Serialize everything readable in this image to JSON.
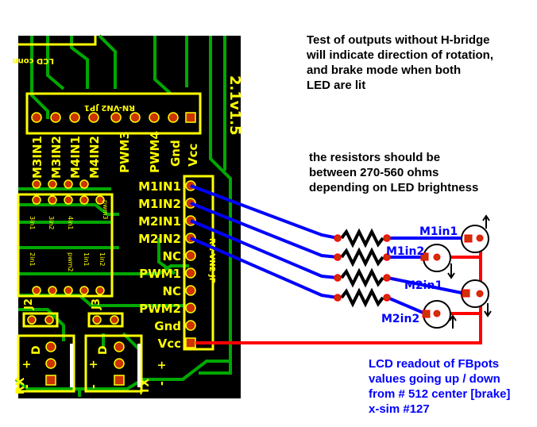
{
  "notes": {
    "title": "Test of outputs without H-bridge\nwill indicate direction of rotation,\nand brake mode when both\nLED are lit",
    "resistors": "the resistors should be\nbetween 270-560 ohms\ndepending on LED brightness",
    "lcd": "LCD readout of FBpots\nvalues going up / down\nfrom # 512 center [brake]\nx-sim #127"
  },
  "board": {
    "version_label": "2.1v1.5",
    "lcd_label": "LCD conn",
    "top_header": "RN-VN2 JP1",
    "top_pins": [
      "M3IN1",
      "M3IN2",
      "M4IN1",
      "M4IN2",
      "PWM3",
      "PWM4",
      "Gnd",
      "Vcc"
    ],
    "side_header": "RN-VN2 JP",
    "side_pins": [
      "M1IN1",
      "M1IN2",
      "M2IN1",
      "M2IN2",
      "NC",
      "PWM1",
      "NC",
      "PWM2",
      "Gnd",
      "Vcc"
    ],
    "small_labels": [
      "3in1",
      "3in2",
      "4in1",
      "pwm3",
      "2in1",
      "pwm2",
      "1in1",
      "1in2"
    ],
    "jumpers": [
      "J2",
      "J3"
    ],
    "connector_pins": [
      "-",
      "+",
      "D"
    ],
    "io_labels": [
      "RX",
      "TX"
    ]
  },
  "leds": [
    "M1in1",
    "M1in2",
    "M2in1",
    "M2in2"
  ],
  "colors": {
    "board_bg": "#000000",
    "trace": "#00a800",
    "silkscreen": "#ffff00",
    "pad": "#cc3300",
    "signal_wire": "#0000ff",
    "power_wire": "#ff0000",
    "label_blue": "#0000ff"
  }
}
